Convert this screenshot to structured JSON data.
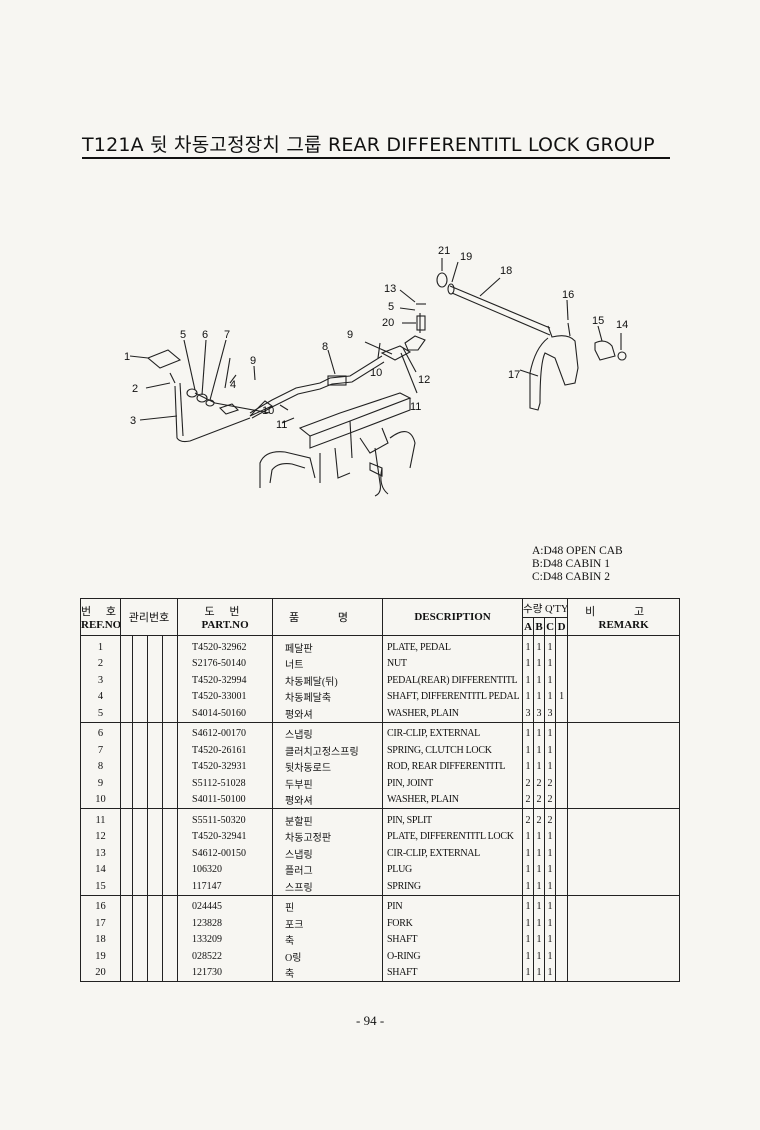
{
  "title": "T121A 뒷 차동고정장치 그룹 REAR DIFFERENTITL LOCK GROUP",
  "legend": [
    "A:D48 OPEN CAB",
    "B:D48 CABIN 1",
    "C:D48 CABIN 2"
  ],
  "diagram_labels": [
    "1",
    "2",
    "3",
    "4",
    "5",
    "6",
    "7",
    "8",
    "9",
    "9",
    "10",
    "10",
    "11",
    "11",
    "12",
    "13",
    "5",
    "20",
    "21",
    "19",
    "18",
    "16",
    "15",
    "14",
    "17"
  ],
  "table": {
    "headers": {
      "ref_ko": "번 호",
      "ref_en": "REF.NO",
      "mgmt_ko": "관리번호",
      "part_ko": "도 번",
      "part_en": "PART.NO",
      "name_ko": "품 명",
      "desc_en": "DESCRIPTION",
      "qty_ko": "수량 Q'TY",
      "qty_cols": [
        "A",
        "B",
        "C",
        "D"
      ],
      "remark_ko": "비 고",
      "remark_en": "REMARK"
    },
    "rows": [
      {
        "ref": "1",
        "part": "T4520-32962",
        "ko": "페달판",
        "desc": "PLATE, PEDAL",
        "a": "1",
        "b": "1",
        "c": "1",
        "d": ""
      },
      {
        "ref": "2",
        "part": "S2176-50140",
        "ko": "너트",
        "desc": "NUT",
        "a": "1",
        "b": "1",
        "c": "1",
        "d": ""
      },
      {
        "ref": "3",
        "part": "T4520-32994",
        "ko": "차동페달(뒤)",
        "desc": "PEDAL(REAR) DIFFERENTITL",
        "a": "1",
        "b": "1",
        "c": "1",
        "d": ""
      },
      {
        "ref": "4",
        "part": "T4520-33001",
        "ko": "차동페달축",
        "desc": "SHAFT, DIFFERENTITL PEDAL",
        "a": "1",
        "b": "1",
        "c": "1",
        "d": "1"
      },
      {
        "ref": "5",
        "part": "S4014-50160",
        "ko": "평와셔",
        "desc": "WASHER, PLAIN",
        "a": "3",
        "b": "3",
        "c": "3",
        "d": ""
      },
      {
        "ref": "6",
        "part": "S4612-00170",
        "ko": "스냅링",
        "desc": "CIR-CLIP, EXTERNAL",
        "a": "1",
        "b": "1",
        "c": "1",
        "d": ""
      },
      {
        "ref": "7",
        "part": "T4520-26161",
        "ko": "클러치고정스프링",
        "desc": "SPRING, CLUTCH LOCK",
        "a": "1",
        "b": "1",
        "c": "1",
        "d": ""
      },
      {
        "ref": "8",
        "part": "T4520-32931",
        "ko": "뒷차동로드",
        "desc": "ROD, REAR DIFFERENTITL",
        "a": "1",
        "b": "1",
        "c": "1",
        "d": ""
      },
      {
        "ref": "9",
        "part": "S5112-51028",
        "ko": "두부핀",
        "desc": "PIN, JOINT",
        "a": "2",
        "b": "2",
        "c": "2",
        "d": ""
      },
      {
        "ref": "10",
        "part": "S4011-50100",
        "ko": "평와셔",
        "desc": "WASHER, PLAIN",
        "a": "2",
        "b": "2",
        "c": "2",
        "d": ""
      },
      {
        "ref": "11",
        "part": "S5511-50320",
        "ko": "분할핀",
        "desc": "PIN, SPLIT",
        "a": "2",
        "b": "2",
        "c": "2",
        "d": ""
      },
      {
        "ref": "12",
        "part": "T4520-32941",
        "ko": "차동고정판",
        "desc": "PLATE, DIFFERENTITL LOCK",
        "a": "1",
        "b": "1",
        "c": "1",
        "d": ""
      },
      {
        "ref": "13",
        "part": "S4612-00150",
        "ko": "스냅링",
        "desc": "CIR-CLIP, EXTERNAL",
        "a": "1",
        "b": "1",
        "c": "1",
        "d": ""
      },
      {
        "ref": "14",
        "part": "106320",
        "ko": "플러그",
        "desc": "PLUG",
        "a": "1",
        "b": "1",
        "c": "1",
        "d": ""
      },
      {
        "ref": "15",
        "part": "117147",
        "ko": "스프링",
        "desc": "SPRING",
        "a": "1",
        "b": "1",
        "c": "1",
        "d": ""
      },
      {
        "ref": "16",
        "part": "024445",
        "ko": "핀",
        "desc": "PIN",
        "a": "1",
        "b": "1",
        "c": "1",
        "d": ""
      },
      {
        "ref": "17",
        "part": "123828",
        "ko": "포크",
        "desc": "FORK",
        "a": "1",
        "b": "1",
        "c": "1",
        "d": ""
      },
      {
        "ref": "18",
        "part": "133209",
        "ko": "축",
        "desc": "SHAFT",
        "a": "1",
        "b": "1",
        "c": "1",
        "d": ""
      },
      {
        "ref": "19",
        "part": "028522",
        "ko": "O링",
        "desc": "O-RING",
        "a": "1",
        "b": "1",
        "c": "1",
        "d": ""
      },
      {
        "ref": "20",
        "part": "121730",
        "ko": "축",
        "desc": "SHAFT",
        "a": "1",
        "b": "1",
        "c": "1",
        "d": ""
      }
    ]
  },
  "page_number": "- 94 -"
}
